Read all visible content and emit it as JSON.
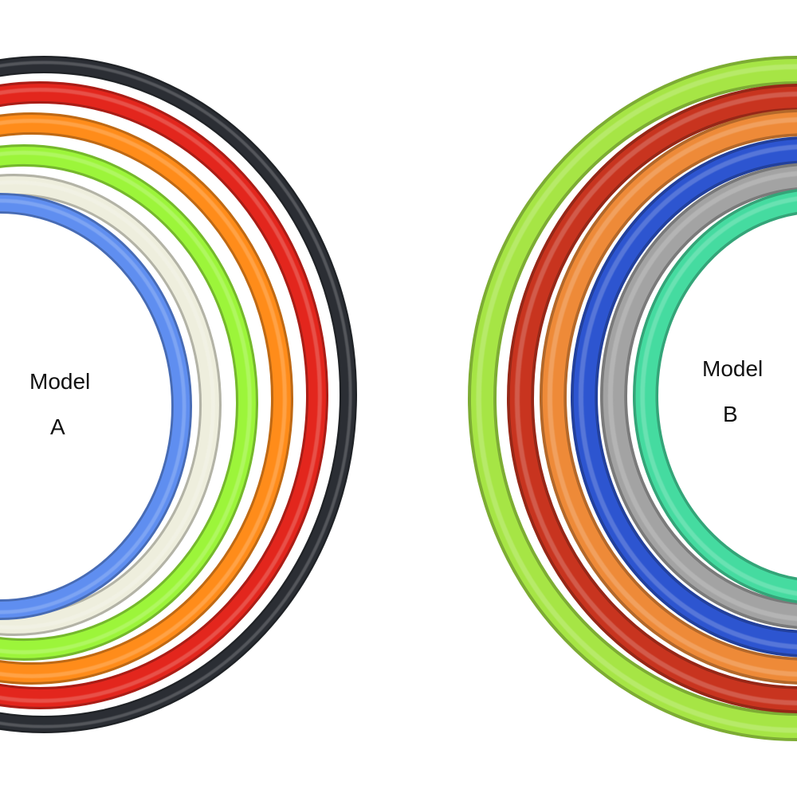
{
  "models": [
    {
      "label_line1": "Model",
      "label_line2": "A",
      "tube_colors": [
        "#2b2e34",
        "#e3261d",
        "#ff8c1a",
        "#9cf53a",
        "#eeeedd",
        "#5f8ef0"
      ]
    },
    {
      "label_line1": "Model",
      "label_line2": "B",
      "tube_colors": [
        "#a6e545",
        "#c8341f",
        "#ee8a38",
        "#2d55d0",
        "#a3a3a3",
        "#45dba0"
      ]
    }
  ]
}
